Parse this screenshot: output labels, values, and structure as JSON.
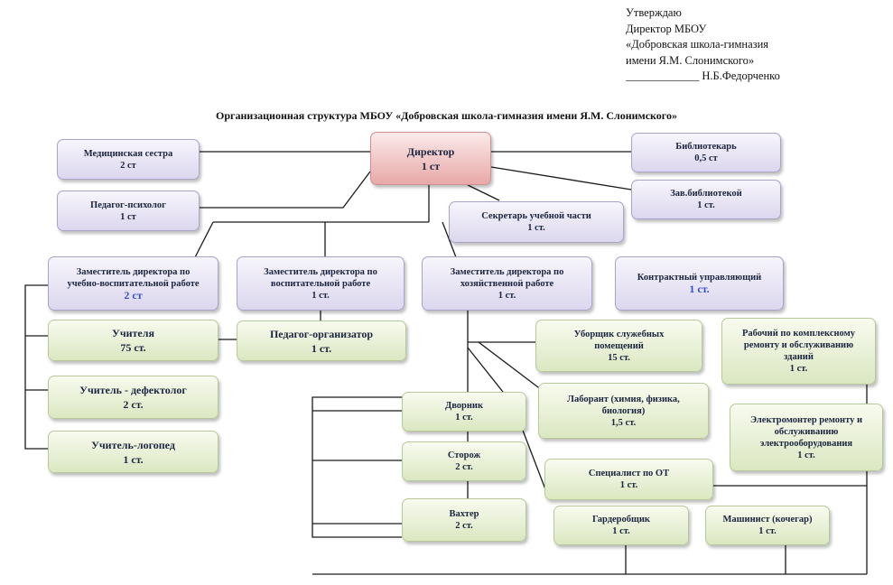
{
  "approval": {
    "line1": "Утверждаю",
    "line2": "Директор МБОУ",
    "line3": "«Добровская школа-гимназия",
    "line4": "имени Я.М. Слонимского»",
    "line5": "_____________ Н.Б.Федорченко"
  },
  "title": "Организационная структура МБОУ «Добровская школа-гимназия имени Я.М. Слонимского»",
  "boxes": {
    "director": {
      "name": "Директор",
      "rate": "1 ст"
    },
    "nurse": {
      "name": "Медицинская сестра",
      "rate": "2 ст"
    },
    "psychologist": {
      "name": "Педагог-психолог",
      "rate": "1 ст"
    },
    "librarian": {
      "name": "Библиотекарь",
      "rate": "0,5 ст"
    },
    "library_head": {
      "name": "Зав.библиотекой",
      "rate": "1 ст."
    },
    "secretary": {
      "name": "Секретарь учебной части",
      "rate": "1 ст."
    },
    "deputy_edu": {
      "name_l1": "Заместитель директора по",
      "name_l2": "учебно-воспитательной работе",
      "rate": "2 ст"
    },
    "deputy_upbringing": {
      "name_l1": "Заместитель директора по",
      "name_l2": "воспитательной работе",
      "rate": "1 ст."
    },
    "deputy_admin": {
      "name_l1": "Заместитель директора по",
      "name_l2": "хозяйственной работе",
      "rate": "1 ст."
    },
    "contract_manager": {
      "name": "Контрактный   управляющий",
      "rate": "1 ст."
    },
    "teachers": {
      "name": "Учителя",
      "rate": "75 ст."
    },
    "defectologist": {
      "name": "Учитель - дефектолог",
      "rate": "2 ст."
    },
    "speech_therapist": {
      "name": "Учитель-логопед",
      "rate": "1 ст."
    },
    "organizer": {
      "name": "Педагог-организатор",
      "rate": "1 ст."
    },
    "cleaner": {
      "name_l1": "Уборщик служебных",
      "name_l2": "помещений",
      "rate": "15 ст."
    },
    "worker": {
      "name_l1": "Рабочий по комплексному",
      "name_l2": "ремонту и обслуживанию",
      "name_l3": "зданий",
      "rate": "1 ст."
    },
    "janitor": {
      "name": "Дворник",
      "rate": "1 ст."
    },
    "lab_assistant": {
      "name_l1": "Лаборант (химия, физика,",
      "name_l2": "биология)",
      "rate": "1,5 ст."
    },
    "electrician": {
      "name_l1": "Электромонтер ремонту и",
      "name_l2": "обслуживанию",
      "name_l3": "электрооборудования",
      "rate": "1 ст."
    },
    "guard": {
      "name": "Сторож",
      "rate": "2 ст."
    },
    "safety_specialist": {
      "name": "Специалист по ОТ",
      "rate": "1  ст."
    },
    "watchman": {
      "name": "Вахтер",
      "rate": "2 ст."
    },
    "cloakroom": {
      "name": "Гардеробщик",
      "rate": "1 ст."
    },
    "stoker": {
      "name": "Машинист (кочегар)",
      "rate": "1 ст."
    }
  }
}
